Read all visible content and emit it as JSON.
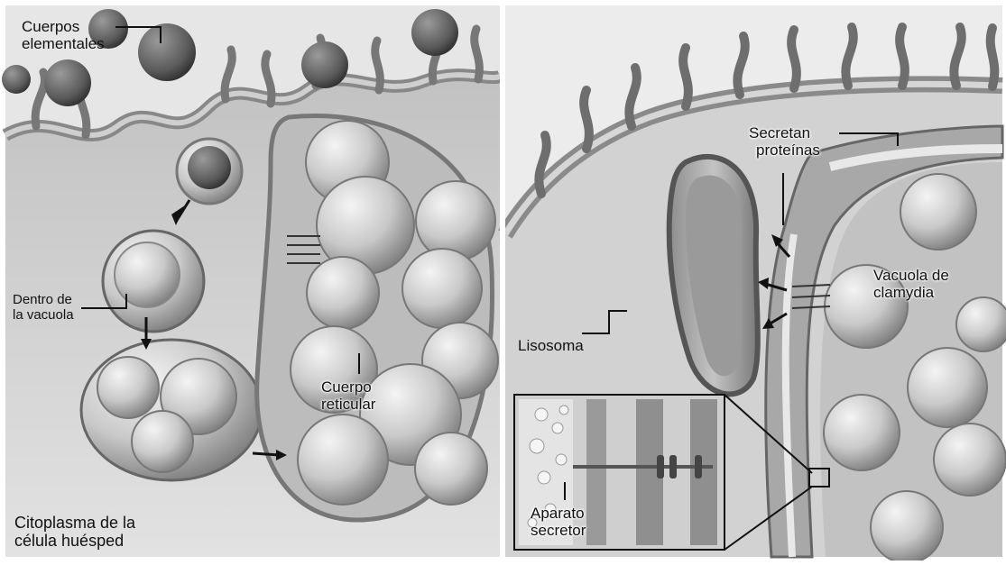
{
  "left_panel": {
    "labels": {
      "cuerpos_elementales": [
        "Cuerpos",
        "elementales"
      ],
      "dentro_vacuola": [
        "Dentro de",
        "la vacuola"
      ],
      "cuerpo_reticular": [
        "Cuerpo",
        "reticular"
      ],
      "citoplasma": [
        "Citoplasma de la",
        "célula huésped"
      ]
    }
  },
  "right_panel": {
    "labels": {
      "secretan_proteinas": [
        "Secretan",
        "proteínas"
      ],
      "vacuola_clamydia": [
        "Vacuola de",
        "clamydia"
      ],
      "lisosoma": "Lisosoma",
      "aparato_secretor": [
        "Aparato",
        "secretor"
      ]
    }
  },
  "colors": {
    "background": "#ffffff",
    "cytoplasm": "#d4d4d4",
    "membrane": "#a9a9a9",
    "dark_body": "#5a5a5a",
    "vacuole": "#c8c8c8",
    "line": "#111111"
  }
}
